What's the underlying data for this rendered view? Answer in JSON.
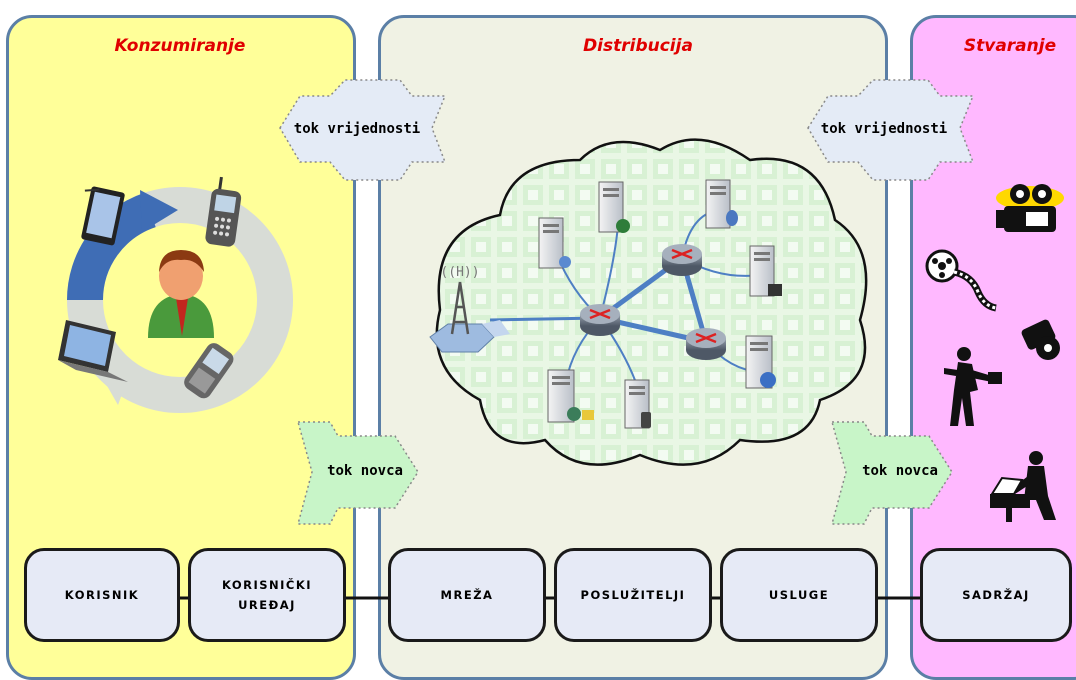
{
  "panels": {
    "left_title": "Konzumiranje",
    "middle_title": "Distribucija",
    "right_title": "Stvaranje"
  },
  "flows": {
    "value_left": "tok vrijednosti",
    "value_right": "tok vrijednosti",
    "money_left": "tok novca",
    "money_right": "tok novca"
  },
  "boxes": {
    "korisnik": "KORISNIK",
    "uredjaj_line1": "KORISNIČKI",
    "uredjaj_line2": "UREĐAJ",
    "mreza": "MREŽA",
    "posluzitelji": "POSLUŽITELJI",
    "usluge": "USLUGE",
    "sadrzaj": "SADRŽAJ"
  },
  "colors": {
    "consume_bg": "#ffff99",
    "distribute_bg": "#f0f2e4",
    "create_bg": "#ffb8ff",
    "panel_border": "#5b7fa6",
    "title_red": "#e00000",
    "value_arrow": "#e4ebf6",
    "money_arrow": "#c8f5c8"
  },
  "icons": [
    "tablet-icon",
    "mobile-phone-icon",
    "flip-phone-icon",
    "laptop-icon",
    "user-avatar-icon",
    "server-icon",
    "router-icon",
    "antenna-tower-icon",
    "movie-camera-icon",
    "film-reel-icon",
    "film-roll-icon",
    "photographer-icon",
    "writer-icon"
  ]
}
